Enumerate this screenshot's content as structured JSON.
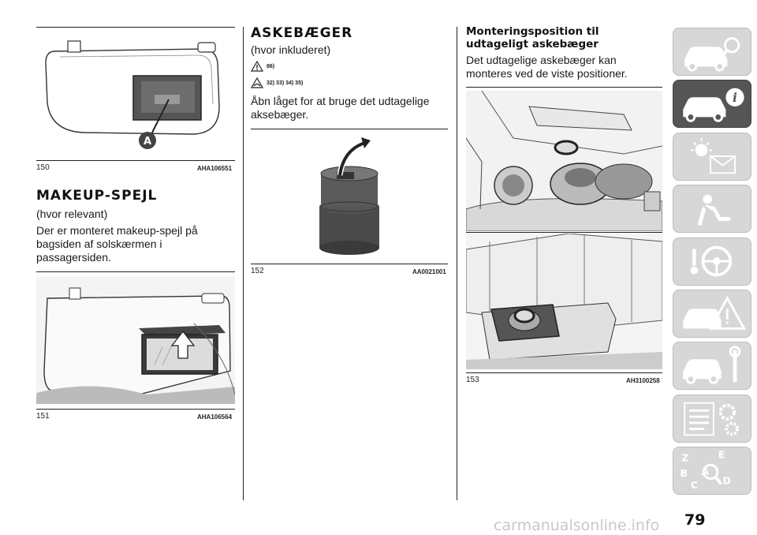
{
  "left_column": {
    "fig150": {
      "number": "150",
      "code": "AHA106551",
      "callout": "A"
    },
    "makeup_heading": "MAKEUP-SPEJL",
    "makeup_availability": "(hvor relevant)",
    "makeup_body": "Der er monteret makeup-spejl på bagsiden af solskærmen i passagersiden.",
    "fig151": {
      "number": "151",
      "code": "AHA106564"
    }
  },
  "middle_column": {
    "heading": "ASKEBÆGER",
    "availability": "(hvor inkluderet)",
    "warning_refs_1": "86)",
    "warning_refs_2": "32) 33) 34) 35)",
    "body": "Åbn låget for at bruge det udtagelige aksebæger.",
    "fig152": {
      "number": "152",
      "code": "AA0021001"
    }
  },
  "right_column": {
    "subheading": "Monteringsposition til udtageligt askebæger",
    "body": "Det udtagelige askebæger kan monteres ved de viste positioner.",
    "fig153": {
      "number": "153",
      "code": "AH3100258"
    }
  },
  "side_tabs": [
    {
      "icon": "car-search-icon",
      "active": false
    },
    {
      "icon": "car-info-icon",
      "active": true
    },
    {
      "icon": "light-envelope-icon",
      "active": false
    },
    {
      "icon": "airbag-seat-icon",
      "active": false
    },
    {
      "icon": "steering-key-icon",
      "active": false
    },
    {
      "icon": "car-warning-icon",
      "active": false
    },
    {
      "icon": "car-wrench-icon",
      "active": false
    },
    {
      "icon": "specs-gear-icon",
      "active": false
    },
    {
      "icon": "index-letters-icon",
      "active": false
    }
  ],
  "page_number": "79",
  "watermark": "carmanualsonline.info"
}
